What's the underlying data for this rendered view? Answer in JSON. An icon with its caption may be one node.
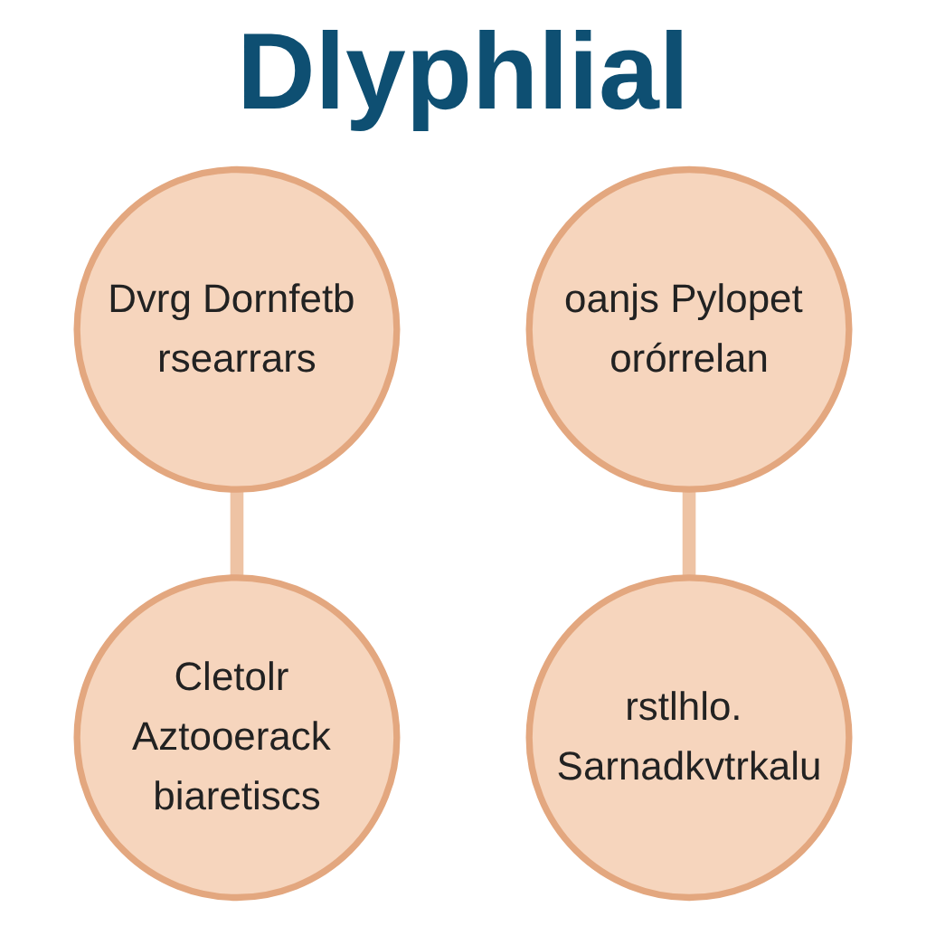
{
  "diagram": {
    "title": "Dlyphlial",
    "nodes": [
      {
        "text": [
          "Dvrg Dornfetb rsearrars"
        ]
      },
      {
        "text": [
          "oanjs Pylopet orórrelan"
        ]
      },
      {
        "text": [
          "rstlhlo. Sarnadkvtrkalu"
        ]
      },
      {
        "text": [
          "Cletolr Aztooerack biaretiscs"
        ]
      }
    ],
    "edges": [
      {
        "from": 0,
        "to": 3,
        "arrow": "none"
      },
      {
        "from": 1,
        "to": 2,
        "arrow": "none"
      }
    ]
  }
}
